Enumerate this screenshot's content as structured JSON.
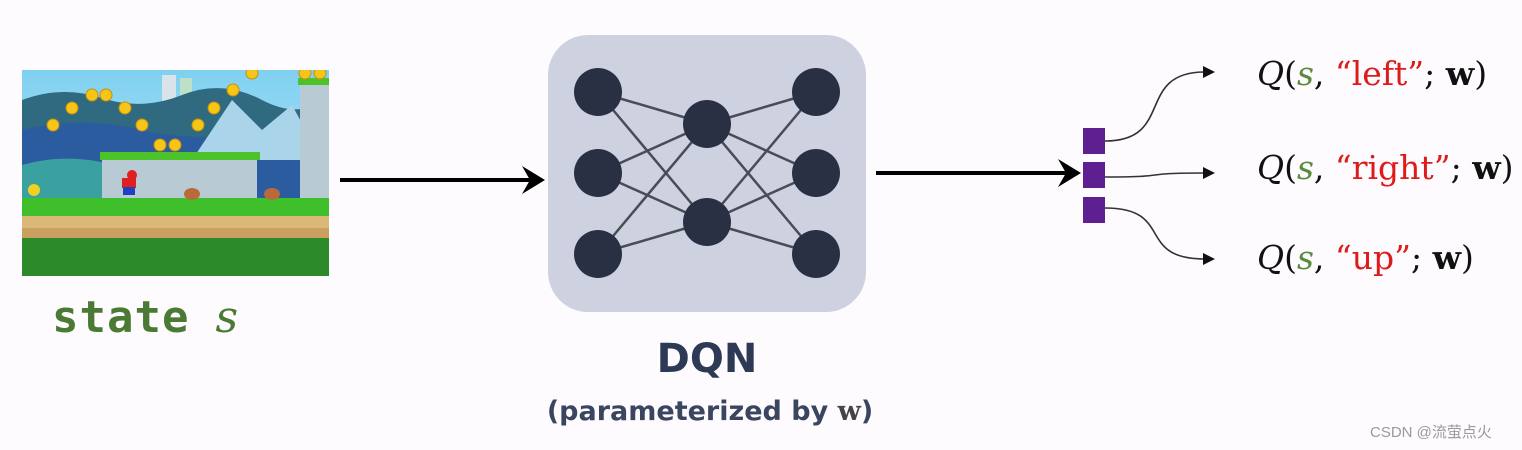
{
  "input": {
    "image_description": "Super Mario Run game screenshot",
    "label_mono": "state",
    "label_var": "s"
  },
  "network": {
    "title": "DQN",
    "subtitle_prefix": "(parameterized by ",
    "subtitle_param": "w",
    "subtitle_suffix": ")",
    "layers": [
      3,
      2,
      3
    ]
  },
  "outputs": [
    {
      "func": "Q",
      "state": "s",
      "action": "“left”",
      "param": "w"
    },
    {
      "func": "Q",
      "state": "s",
      "action": "“right”",
      "param": "w"
    },
    {
      "func": "Q",
      "state": "s",
      "action": "“up”",
      "param": "w"
    }
  ],
  "colors": {
    "state_green": "#4a7a34",
    "action_red": "#dd1b1b",
    "node_fill": "#2a3044",
    "box_fill": "#ced2e0",
    "output_purple": "#5e1f91",
    "title_navy": "#2e3a55"
  },
  "watermark": "CSDN @流萤点火"
}
